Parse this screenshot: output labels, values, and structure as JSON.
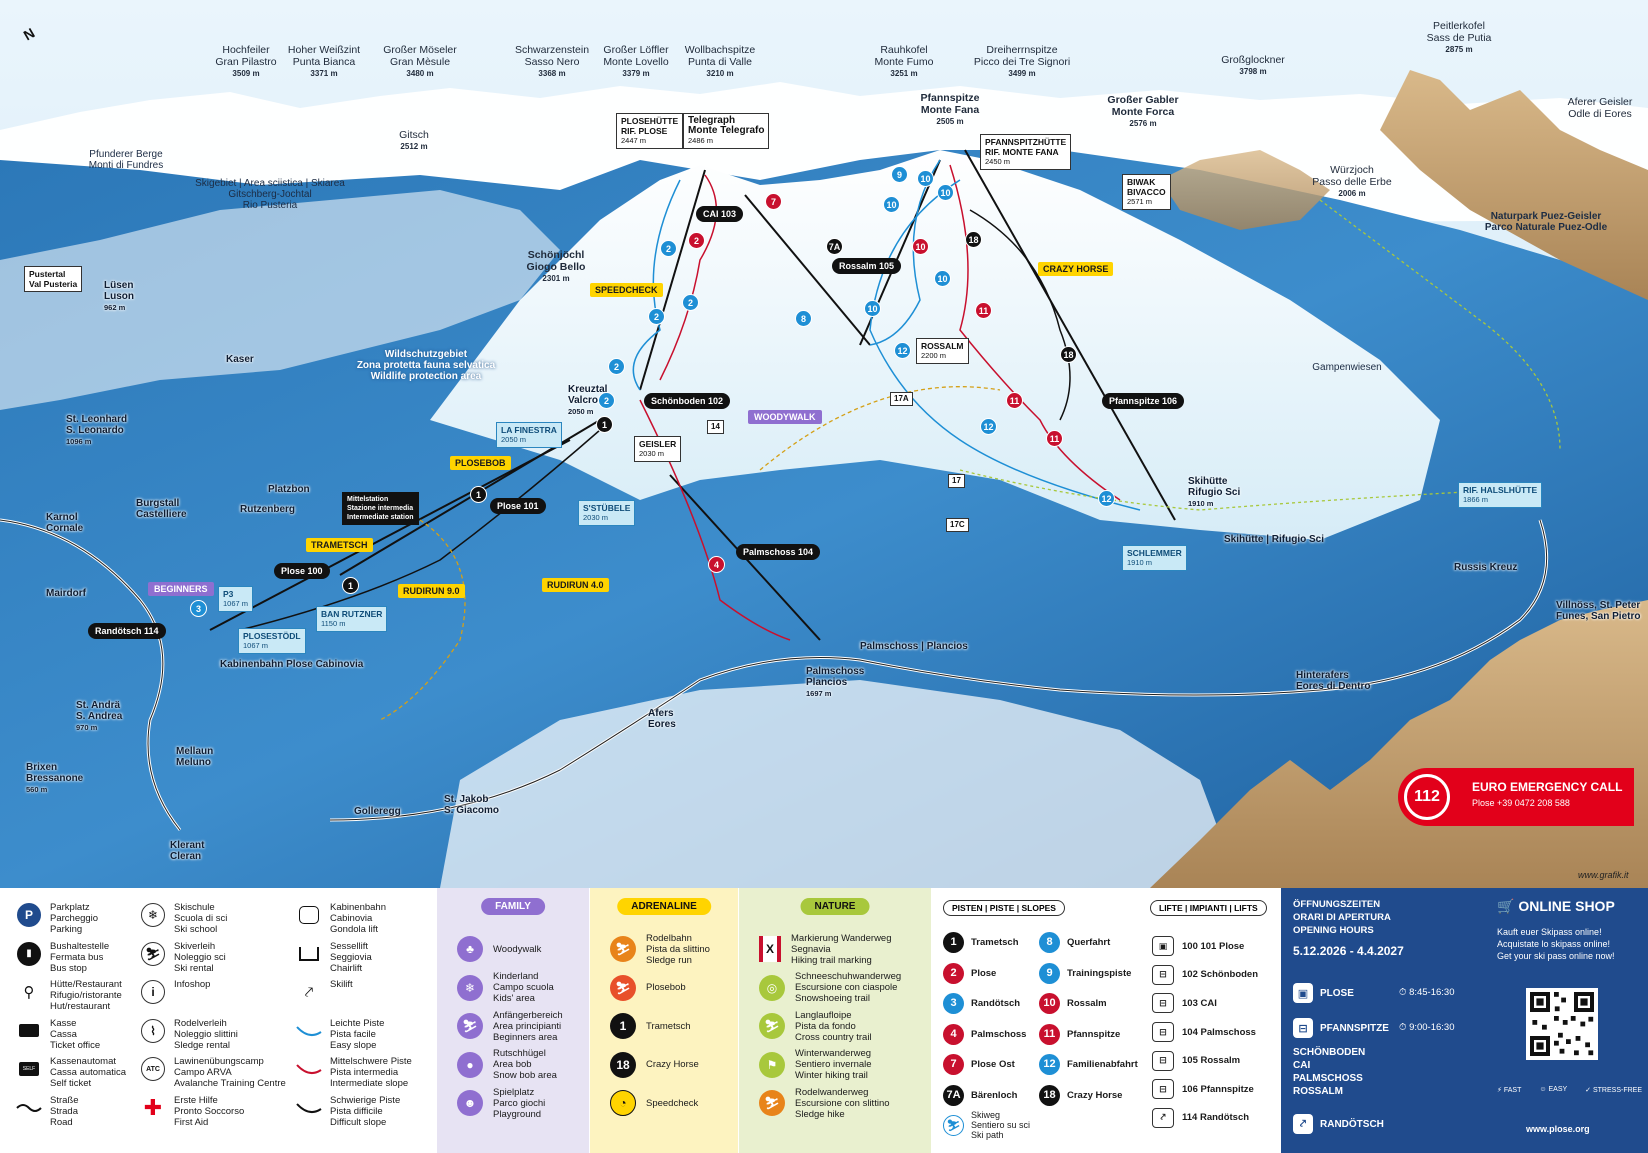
{
  "compass": "N",
  "peaks": [
    {
      "name": "Hochfeiler\nGran Pilastro",
      "alt": "3509 m"
    },
    {
      "name": "Hoher Weißzint\nPunta Bianca",
      "alt": "3371 m"
    },
    {
      "name": "Großer Möseler\nGran Mèsule",
      "alt": "3480 m"
    },
    {
      "name": "Schwarzenstein\nSasso Nero",
      "alt": "3368 m"
    },
    {
      "name": "Großer Löffler\nMonte Lovello",
      "alt": "3379 m"
    },
    {
      "name": "Wollbachspitze\nPunta di Valle",
      "alt": "3210 m"
    },
    {
      "name": "Rauhkofel\nMonte Fumo",
      "alt": "3251 m"
    },
    {
      "name": "Dreiherrnspitze\nPicco dei Tre Signori",
      "alt": "3499 m"
    },
    {
      "name": "Großglockner",
      "alt": "3798 m"
    },
    {
      "name": "Peitlerkofel\nSass de Putia",
      "alt": "2875 m"
    },
    {
      "name": "Aferer Geisler\nOdle di Eores",
      "alt": ""
    },
    {
      "name": "Gitsch",
      "alt": "2512 m"
    },
    {
      "name": "Pfannspitze\nMonte Fana",
      "alt": "2505 m"
    },
    {
      "name": "Großer Gabler\nMonte Forca",
      "alt": "2576 m"
    },
    {
      "name": "Würzjoch\nPasso delle Erbe",
      "alt": "2006 m"
    },
    {
      "name": "Schönjöchl\nGiogo Bello",
      "alt": "2301 m"
    }
  ],
  "regions": {
    "pfunderer": "Pfunderer Berge\nMonti di Fundres",
    "skigebiet": "Skigebiet | Area sciistica | Skiarea\nGitschberg-Jochtal\nRio Pusteria",
    "wildschutz": "Wildschutzgebiet\nZona protetta fauna selvatica\nWildlife protection area",
    "naturpark": "Naturpark Puez-Geisler\nParco Naturale Puez-Odle",
    "gampenwiesen": "Gampenwiesen",
    "pustertal": "Pustertal\nVal Pusteria"
  },
  "places": [
    {
      "name": "Lüsen\nLuson",
      "alt": "962 m"
    },
    {
      "name": "Kaser",
      "alt": ""
    },
    {
      "name": "St. Leonhard\nS. Leonardo",
      "alt": "1096 m"
    },
    {
      "name": "Platzbon",
      "alt": ""
    },
    {
      "name": "Burgstall\nCastelliere",
      "alt": ""
    },
    {
      "name": "Rutzenberg",
      "alt": ""
    },
    {
      "name": "Karnol\nCornale",
      "alt": ""
    },
    {
      "name": "Mairdorf",
      "alt": ""
    },
    {
      "name": "St. Andrä\nS. Andrea",
      "alt": "970 m"
    },
    {
      "name": "Mellaun\nMeluno",
      "alt": ""
    },
    {
      "name": "Brixen\nBressanone",
      "alt": "560 m"
    },
    {
      "name": "Klerant\nCleran",
      "alt": ""
    },
    {
      "name": "Golleregg",
      "alt": ""
    },
    {
      "name": "St. Jakob\nS. Giacomo",
      "alt": ""
    },
    {
      "name": "Afers\nEores",
      "alt": ""
    },
    {
      "name": "Kreuztal\nValcroce",
      "alt": "2050 m"
    },
    {
      "name": "Palmschoss\nPlancios",
      "alt": "1697 m"
    },
    {
      "name": "Hinterafers\nEores di Dentro",
      "alt": ""
    },
    {
      "name": "Russis Kreuz",
      "alt": ""
    },
    {
      "name": "Villnöss, St. Peter\nFunes, San Pietro",
      "alt": ""
    },
    {
      "name": "Telegraph\nMonte Telegrafo",
      "alt": "2486 m"
    }
  ],
  "huts": [
    {
      "name": "PLOSEHÜTTE\nRIF. PLOSE",
      "alt": "2447 m"
    },
    {
      "name": "PFANNSPITZHÜTTE\nRIF. MONTE FANA",
      "alt": "2450 m"
    },
    {
      "name": "BIWAK\nBIVACCO",
      "alt": "2571 m"
    },
    {
      "name": "ROSSALM",
      "alt": "2200 m"
    },
    {
      "name": "GEISLER",
      "alt": "2030 m"
    },
    {
      "name": "SCHLEMMER",
      "alt": "1910 m"
    },
    {
      "name": "Skihütte\nRifugio Sci",
      "alt": "1910 m"
    }
  ],
  "blue_huts": [
    {
      "name": "LA FINESTRA",
      "alt": "2050 m"
    },
    {
      "name": "S'STÜBELE",
      "alt": "2030 m"
    },
    {
      "name": "P3",
      "alt": "1067 m"
    },
    {
      "name": "BAN RUTZNER",
      "alt": "1150 m"
    },
    {
      "name": "PLOSESTÖDL",
      "alt": "1067 m"
    },
    {
      "name": "RIF. HALSLHÜTTE",
      "alt": "1866 m"
    }
  ],
  "lifts": [
    "CAI 103",
    "Rossalm 105",
    "Schönboden 102",
    "Pfannspitze 106",
    "Plose 101",
    "Plose 100",
    "Palmschoss 104",
    "Randötsch 114",
    "Kabinenbahn Plose Cabinovia",
    "Palmschoss | Plancios",
    "Skihütte | Rifugio Sci"
  ],
  "tags_yellow": [
    "SPEEDCHECK",
    "PLOSEBOB",
    "TRAMETSCH",
    "RUDIRUN 9.0",
    "RUDIRUN 4.0",
    "CRAZY HORSE"
  ],
  "tags_purple": [
    "WOODYWALK",
    "BEGINNERS"
  ],
  "mittelstation": "Mittelstation\nStazione intermedia\nIntermediate station",
  "trail_markers": [
    "14",
    "17",
    "17A",
    "17C"
  ],
  "emergency": {
    "number": "112",
    "title": "EURO EMERGENCY CALL",
    "sub": "Plose +39 0472 208 588"
  },
  "signature": "www.grafik.it",
  "legend": {
    "col1": [
      {
        "icon": "parking-icon",
        "glyph": "P",
        "text": "Parkplatz\nParcheggio\nParking"
      },
      {
        "icon": "bus-icon",
        "glyph": "🚌",
        "text": "Bushaltestelle\nFermata bus\nBus stop"
      },
      {
        "icon": "hut-restaurant-icon",
        "glyph": "🍴",
        "text": "Hütte/Restaurant\nRifugio/ristorante\nHut/restaurant"
      },
      {
        "icon": "ticket-office-icon",
        "glyph": "▬",
        "text": "Kasse\nCassa\nTicket office"
      },
      {
        "icon": "self-ticket-icon",
        "glyph": "▭",
        "text": "Kassenautomat\nCassa automatica\nSelf ticket"
      },
      {
        "icon": "road-icon",
        "glyph": "〰",
        "text": "Straße\nStrada\nRoad"
      }
    ],
    "col2": [
      {
        "icon": "ski-school-icon",
        "glyph": "❄",
        "text": "Skischule\nScuola di sci\nSki school"
      },
      {
        "icon": "ski-rental-icon",
        "glyph": "⛷",
        "text": "Skiverleih\nNoleggio sci\nSki rental"
      },
      {
        "icon": "infoshop-icon",
        "glyph": "i",
        "text": "Infoshop"
      },
      {
        "icon": "sledge-rental-icon",
        "glyph": "⛸",
        "text": "Rodelverleih\nNoleggio slittini\nSledge rental"
      },
      {
        "icon": "avalanche-centre-icon",
        "glyph": "ATC",
        "text": "Lawinenübungscamp\nCampo ARVA\nAvalanche Training Centre"
      },
      {
        "icon": "first-aid-icon",
        "glyph": "✚",
        "text": "Erste Hilfe\nPronto Soccorso\nFirst Aid"
      }
    ],
    "col3": [
      {
        "icon": "gondola-icon",
        "glyph": "▣",
        "text": "Kabinenbahn\nCabinovia\nGondola lift"
      },
      {
        "icon": "chairlift-icon",
        "glyph": "⊟",
        "text": "Sessellift\nSeggiovia\nChairlift"
      },
      {
        "icon": "skilift-icon",
        "glyph": "⤤",
        "text": "Skilift"
      },
      {
        "icon": "easy-slope-line",
        "color": "#1e8fd5",
        "text": "Leichte Piste\nPista facile\nEasy slope"
      },
      {
        "icon": "intermediate-slope-line",
        "color": "#c8102e",
        "text": "Mittelschwere Piste\nPista intermedia\nIntermediate slope"
      },
      {
        "icon": "difficult-slope-line",
        "color": "#111111",
        "text": "Schwierige Piste\nPista difficile\nDifficult slope"
      }
    ]
  },
  "family": {
    "head": "FAMILY",
    "color": "#8f6fd0",
    "bg": "#e7e3f3",
    "items": [
      {
        "icon": "woodywalk-icon",
        "glyph": "♣",
        "text": "Woodywalk"
      },
      {
        "icon": "kids-area-icon",
        "glyph": "❄",
        "text": "Kinderland\nCampo scuola\nKids' area"
      },
      {
        "icon": "beginners-area-icon",
        "glyph": "⛷",
        "text": "Anfängerbereich\nArea principianti\nBeginners area"
      },
      {
        "icon": "snow-bob-icon",
        "glyph": "●",
        "text": "Rutschhügel\nArea bob\nSnow bob area"
      },
      {
        "icon": "playground-icon",
        "glyph": "☻",
        "text": "Spielplatz\nParco giochi\nPlayground"
      }
    ]
  },
  "adrenaline": {
    "head": "ADRENALINE",
    "color": "#ffd400",
    "bg": "#fdf3c0",
    "items": [
      {
        "icon": "sledge-run-icon",
        "glyph": "⛷",
        "color": "#e8841a",
        "text": "Rodelbahn\nPista da slittino\nSledge run"
      },
      {
        "icon": "plosebob-icon",
        "glyph": "⛷",
        "color": "#e8502a",
        "text": "Plosebob"
      },
      {
        "icon": "trametsch-icon",
        "glyph": "1",
        "color": "#111111",
        "text": "Trametsch"
      },
      {
        "icon": "crazy-horse-icon",
        "glyph": "18",
        "color": "#111111",
        "text": "Crazy Horse"
      },
      {
        "icon": "speedcheck-icon",
        "glyph": "◔",
        "color": "#ffd400",
        "text": "Speedcheck"
      }
    ]
  },
  "nature": {
    "head": "NATURE",
    "color": "#a8c83c",
    "bg": "#e9f0cf",
    "items": [
      {
        "icon": "hiking-marking-icon",
        "glyph": "X",
        "color": "#c8102e",
        "text": "Markierung Wanderweg\nSegnavia\nHiking trail marking"
      },
      {
        "icon": "snowshoe-icon",
        "glyph": "◎",
        "color": "#a8c83c",
        "text": "Schneeschuhwanderweg\nEscursione con ciaspole\nSnowshoeing trail"
      },
      {
        "icon": "cross-country-icon",
        "glyph": "⛷",
        "color": "#a8c83c",
        "text": "Langlaufloipe\nPista da fondo\nCross country trail"
      },
      {
        "icon": "winter-hiking-icon",
        "glyph": "⚑",
        "color": "#a8c83c",
        "text": "Winterwanderweg\nSentiero invernale\nWinter hiking trail"
      },
      {
        "icon": "sledge-hike-icon",
        "glyph": "⛷",
        "color": "#e8841a",
        "text": "Rodelwanderweg\nEscursione con slittino\nSledge hike"
      }
    ]
  },
  "pisten": {
    "head": "PISTEN | PISTE | SLOPES",
    "items": [
      {
        "num": "1",
        "color": "#111111",
        "name": "Trametsch"
      },
      {
        "num": "8",
        "color": "#1e8fd5",
        "name": "Querfahrt"
      },
      {
        "num": "2",
        "color": "#c8102e",
        "name": "Plose"
      },
      {
        "num": "9",
        "color": "#1e8fd5",
        "name": "Trainingspiste"
      },
      {
        "num": "3",
        "color": "#1e8fd5",
        "name": "Randötsch"
      },
      {
        "num": "10",
        "color": "#c8102e",
        "name": "Rossalm"
      },
      {
        "num": "4",
        "color": "#c8102e",
        "name": "Palmschoss"
      },
      {
        "num": "11",
        "color": "#c8102e",
        "name": "Pfannspitze"
      },
      {
        "num": "7",
        "color": "#c8102e",
        "name": "Plose Ost"
      },
      {
        "num": "12",
        "color": "#1e8fd5",
        "name": "Familienabfahrt"
      },
      {
        "num": "7A",
        "color": "#111111",
        "name": "Bärenloch"
      },
      {
        "num": "18",
        "color": "#111111",
        "name": "Crazy Horse"
      }
    ],
    "skiweg": "Skiweg\nSentiero su sci\nSki path"
  },
  "lifte": {
    "head": "LIFTE | IMPIANTI | LIFTS",
    "items": [
      "100 101 Plose",
      "102 Schönboden",
      "103 CAI",
      "104 Palmschoss",
      "105 Rossalm",
      "106 Pfannspitze",
      "114 Randötsch"
    ]
  },
  "hours": {
    "title": "ÖFFNUNGSZEITEN\nORARI DI APERTURA\nOPENING HOURS",
    "season": "5.12.2026 - 4.4.2027",
    "plose": "PLOSE",
    "plose_time": "8:45-16:30",
    "pfannspitze": "PFANNSPITZE",
    "pfannspitze_time": "9:00-16:30",
    "multi": "SCHÖNBODEN\nCAI\nPALMSCHOSS\nROSSALM",
    "randoetsch": "RANDÖTSCH",
    "shop_title": "ONLINE SHOP",
    "shop_text": "Kauft euer Skipass online!\nAcquistate lo skipass online!\nGet your ski pass online now!",
    "badges": [
      "FAST",
      "EASY",
      "STRESS-FREE"
    ],
    "url": "www.plose.org"
  }
}
